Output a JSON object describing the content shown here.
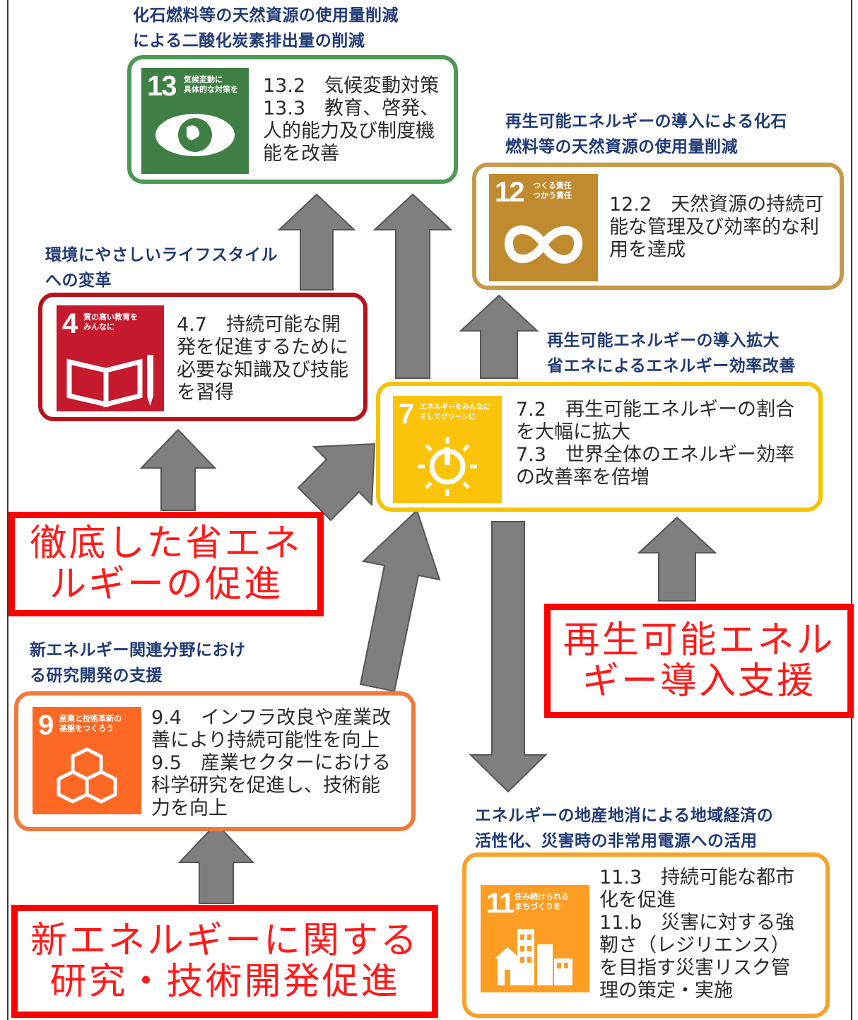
{
  "captions": {
    "sdg13": "化石燃料等の天然資源の使用量削減\nによる二酸化炭素排出量の削減",
    "sdg12": "再生可能エネルギーの導入による化石\n燃料等の天然資源の使用量削減",
    "sdg4": "環境にやさしいライフスタイル\nへの変革",
    "sdg7": "再生可能エネルギーの導入拡大\n省エネによるエネルギー効率改善",
    "sdg9": "新エネルギー関連分野におけ\nる研究開発の支援",
    "sdg11": "エネルギーの地産地消による地域経済の\n活性化、災害時の非常用電源への活用"
  },
  "goals": {
    "g13": {
      "number": "13",
      "title": "気候変動に\n具体的な対策を",
      "color": "#3f7e44",
      "text": "13.2　気候変動対策\n13.3　教育、啓発、\n人的能力及び制度機\n能を改善"
    },
    "g12": {
      "number": "12",
      "title": "つくる責任\nつかう責任",
      "color": "#bf8b2e",
      "text": "12.2　天然資源の持続可\n能な管理及び効率的な利\n用を達成"
    },
    "g4": {
      "number": "4",
      "title": "質の高い教育を\nみんなに",
      "color": "#c5192d",
      "text": "4.7　持続可能な開\n発を促進するために\n必要な知識及び技能\nを習得"
    },
    "g7": {
      "number": "7",
      "title": "エネルギーをみんなに\nそしてクリーンに",
      "color": "#fcc30b",
      "text": "7.2　再生可能エネルギーの割合\nを大幅に拡大\n7.3　世界全体のエネルギー効率\nの改善率を倍増"
    },
    "g9": {
      "number": "9",
      "title": "産業と技術革新の\n基盤をつくろう",
      "color": "#fd6925",
      "text": "9.4　インフラ改良や産業改\n善により持続可能性を向上\n9.5　産業セクターにおける\n科学研究を促進し、技術能\n力を向上"
    },
    "g11": {
      "number": "11",
      "title": "住み続けられる\nまちづくりを",
      "color": "#fd9d24",
      "text": "11.3　持続可能な都市\n化を促進\n11.b　災害に対する強\n靭さ（レジリエンス）\nを目指す災害リスク管\n理の策定・実施"
    }
  },
  "actions": {
    "energy_saving": "徹底した省エネ\nルギーの促進",
    "renewable_support": "再生可能エネル\nギー導入支援",
    "research": "新エネルギーに関する\n研究・技術開発促進"
  },
  "colors": {
    "arrow": "#7f7f7f",
    "caption": "#1f3a75",
    "action_border": "#ff0000"
  }
}
